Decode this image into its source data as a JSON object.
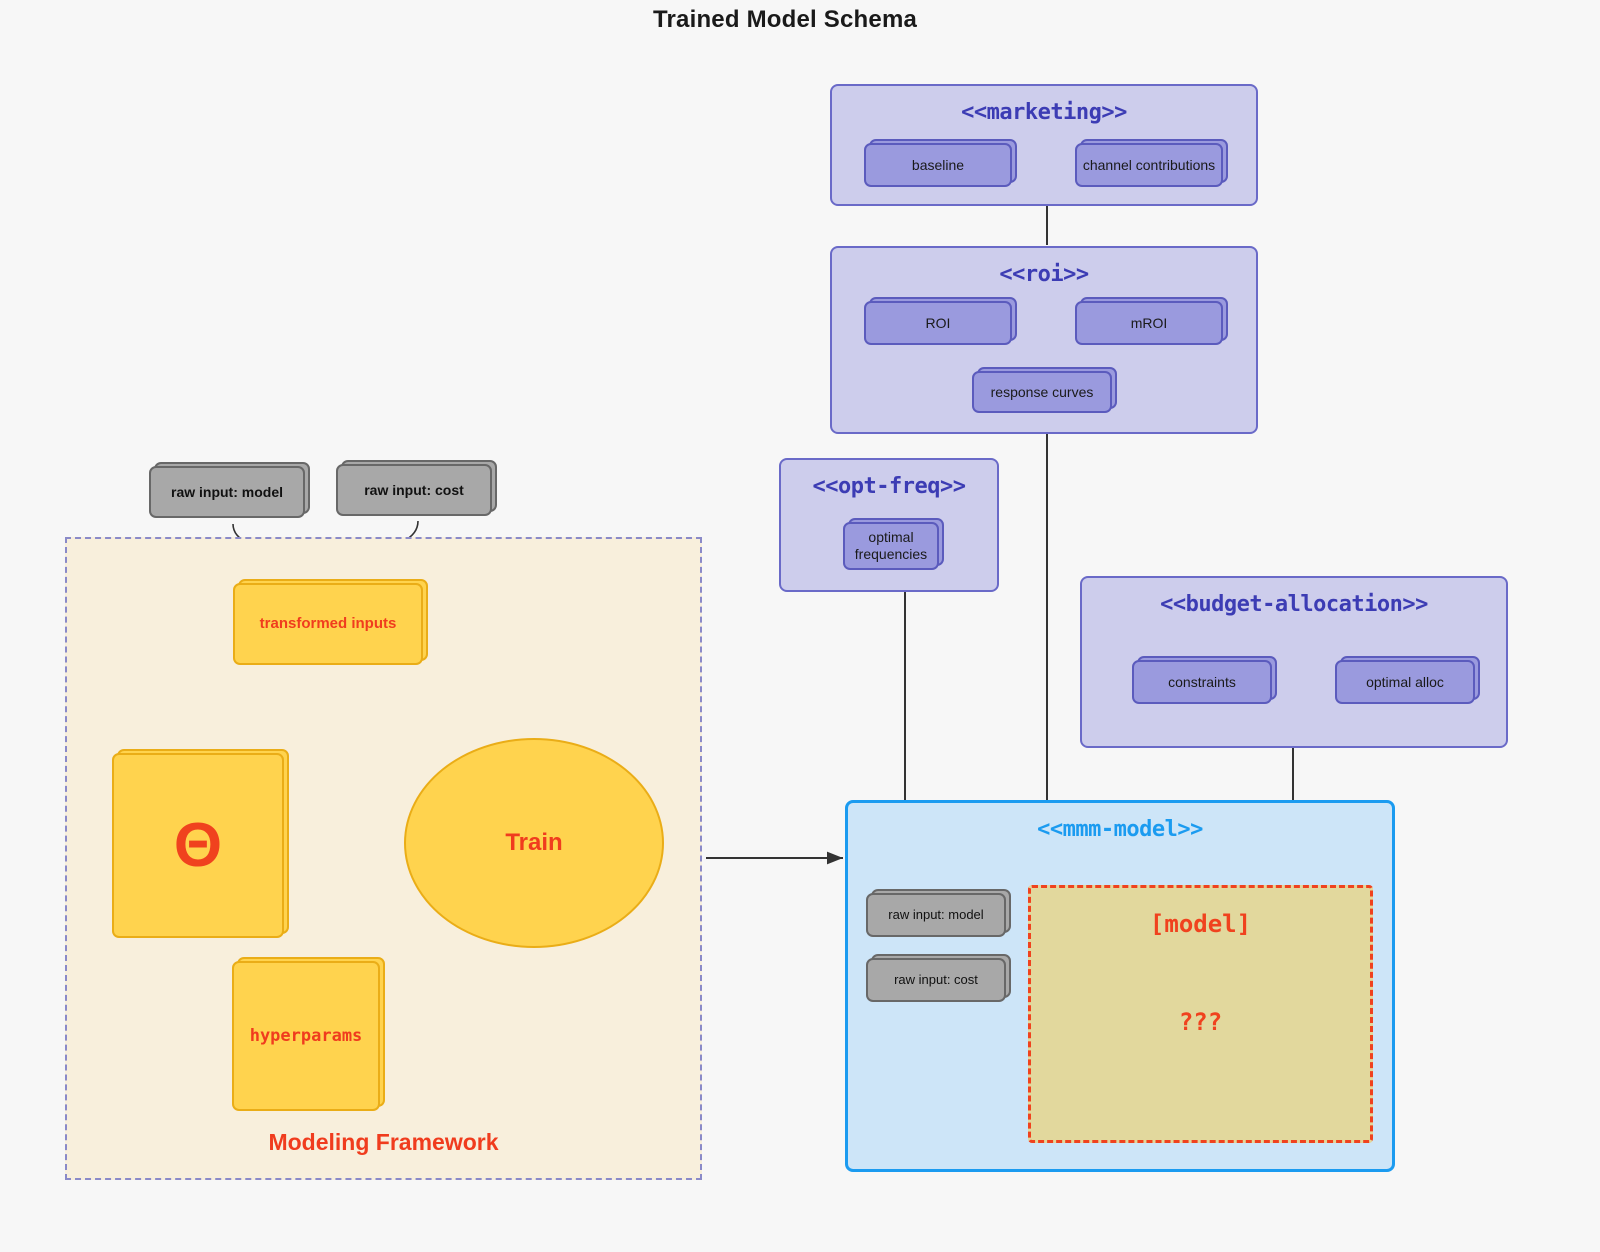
{
  "title": "Trained Model Schema",
  "colors": {
    "background": "#f7f7f7",
    "package_fill": "#cdcdec",
    "package_border": "#6a6ac8",
    "package_title": "#3c3cb4",
    "member_fill": "#9a9ade",
    "member_border": "#5b5bbd",
    "model_package_fill": "#cde5f8",
    "model_package_border": "#1b9bf0",
    "raw_input_fill": "#a8a8a8",
    "raw_input_border": "#686868",
    "artifact_fill": "#ffd34e",
    "artifact_border": "#eaad17",
    "accent_red": "#f03c1e",
    "framework_fill": "#f8efdc",
    "framework_border": "#8a8ac8",
    "model_box_fill": "#e2d89d",
    "model_box_border": "#f0421e"
  },
  "packages": {
    "marketing": {
      "title": "<<marketing>>",
      "members": [
        {
          "label": "baseline"
        },
        {
          "label": "channel contributions"
        }
      ]
    },
    "roi": {
      "title": "<<roi>>",
      "members": [
        {
          "label": "ROI"
        },
        {
          "label": "mROI"
        },
        {
          "label": "response curves"
        }
      ]
    },
    "opt_freq": {
      "title": "<<opt-freq>>",
      "members": [
        {
          "label": "optimal frequencies"
        }
      ]
    },
    "budget_allocation": {
      "title": "<<budget-allocation>>",
      "members": [
        {
          "label": "constraints"
        },
        {
          "label": "optimal alloc"
        }
      ]
    },
    "mmm_model": {
      "title": "<<mmm-model>>",
      "raw_inputs": [
        {
          "label": "raw input: model"
        },
        {
          "label": "raw input: cost"
        }
      ],
      "model_box": {
        "title": "[model]",
        "unknown": "???"
      }
    }
  },
  "framework": {
    "label": "Modeling Framework",
    "raw_inputs": [
      {
        "label": "raw input: model"
      },
      {
        "label": "raw input: cost"
      }
    ],
    "nodes": {
      "transformed_inputs": "transformed inputs",
      "theta": "Θ",
      "hyperparams": "hyperparams",
      "train": "Train"
    }
  }
}
